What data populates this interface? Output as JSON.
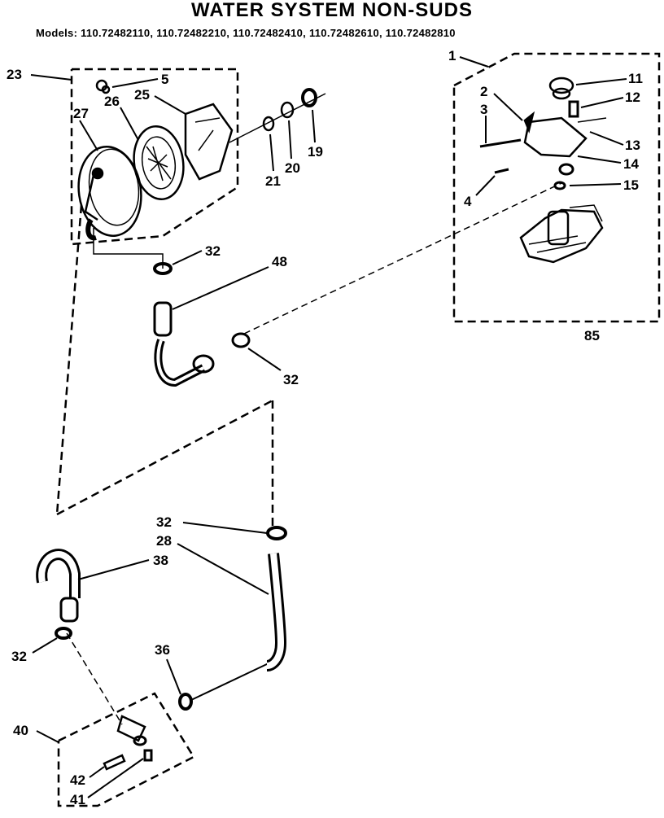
{
  "header": {
    "title": "WATER SYSTEM NON-SUDS",
    "models": "Models: 110.72482110, 110.72482210, 110.72482410, 110.72482610, 110.72482810"
  },
  "callouts": {
    "c1": "1",
    "c2": "2",
    "c3": "3",
    "c4": "4",
    "c5": "5",
    "c11": "11",
    "c12": "12",
    "c13": "13",
    "c14": "14",
    "c15": "15",
    "c19": "19",
    "c20": "20",
    "c21": "21",
    "c23": "23",
    "c25": "25",
    "c26": "26",
    "c27": "27",
    "c28": "28",
    "c32a": "32",
    "c32b": "32",
    "c32c": "32",
    "c32d": "32",
    "c36": "36",
    "c38": "38",
    "c40": "40",
    "c41": "41",
    "c42": "42",
    "c48": "48"
  },
  "footnote": "85"
}
